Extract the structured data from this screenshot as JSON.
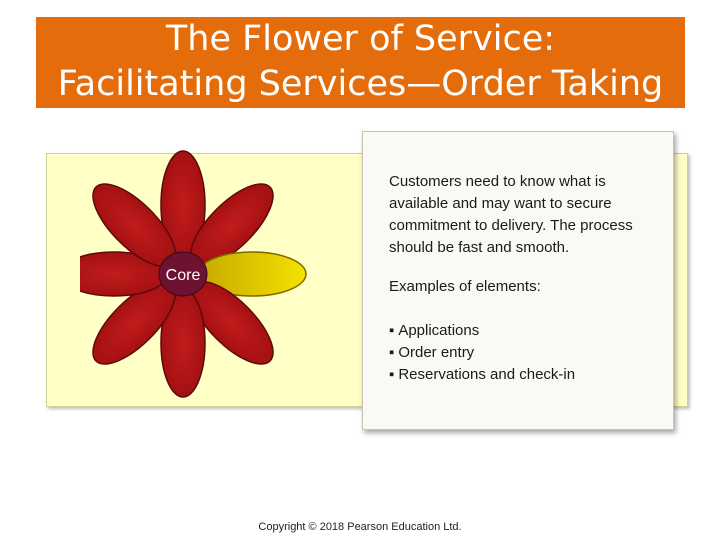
{
  "title": {
    "line1": "The Flower of Service:",
    "line2": "Facilitating Services—Order Taking"
  },
  "flower": {
    "center_label": "Core",
    "petal_color": "#b51516",
    "highlight_petal_color": "#e8d200",
    "center_color": "#6e1233"
  },
  "text_box": {
    "description": "Customers need to know what is available and may want to secure commitment to delivery. The process should be fast and smooth.",
    "examples_heading": "Examples of elements:",
    "bullets": [
      "Applications",
      "Order entry",
      "Reservations and check-in"
    ]
  },
  "footer": {
    "copyright": "Copyright © 2018 Pearson Education Ltd."
  },
  "colors": {
    "title_bar": "#e46c0a",
    "panel": "#ffffc6"
  }
}
